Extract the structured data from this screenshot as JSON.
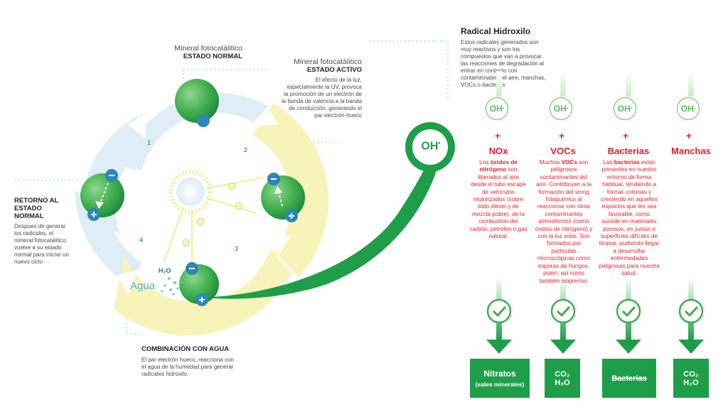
{
  "left": {
    "normal_title_light": "Mineral fotocatálitico",
    "normal_title_bold": "ESTADO NORMAL",
    "active_title_light": "Mineral fotocatálitico",
    "active_title_bold": "ESTADO ACTIVO",
    "active_text": "El efecto de la luz, especialmente la UV, provoca la promoción de un electrón de la banda de valencia a la banda de conducción, generando el par electrón-hueco",
    "retorno_title": "RETORNO AL ESTADO NORMAL",
    "retorno_text": "Despues de generar los radicales, el mineral fotocatálitico vuelve a su estado normal para iniciar un nuevo ciclo",
    "combinacion_title": "COMBINACIÓN CON AGUA",
    "combinacion_text": "El par electrón hueco, reacciona con el agua de la humedad para generar radicales hidroxilo.",
    "agua_label": "Agua",
    "h2o_label": "H₂O",
    "steps": [
      "1",
      "2",
      "3",
      "4"
    ],
    "oh_big": "OH",
    "oh_dot": "•"
  },
  "radical": {
    "title": "Radical Hidroxilo",
    "text": "Estos radicales generados son muy reactivos y son los compuestos que van a provocar las reacciones de degradación al entrar en contacto con contaminnates del aire, manchas, VOCs o bacterias"
  },
  "columns": [
    {
      "oh": "OH",
      "plus": "+",
      "title": "NOx",
      "text_parts": [
        "Los ",
        "óxidos de nitrógeno",
        " son liberados al aire desde el tubo escape de vehículos motorizados (sobre todo diésel y de mezcla pobre), de la combustión del carbón, petróleo o gas natural."
      ],
      "result_line1": "Nitratos",
      "result_line2": "(sales minerales)"
    },
    {
      "oh": "OH",
      "plus": "+",
      "title": "VOCs",
      "text_parts": [
        "Muchos ",
        "VOCs",
        " son peligrosos contaminantes del aire. Contribuyen a la formación del smog fotoquímico al reaccionar con otros contaminantes atmosféricos (como óxidos de nitrógeno) y con la luz solar. Son formados por partículas microscópicas como esporas de hongos, polen, así como también isoprenos."
      ],
      "result_line1": "CO₂",
      "result_line2": "H₂O"
    },
    {
      "oh": "OH",
      "plus": "+",
      "title": "Bacterias",
      "text_parts": [
        "Las ",
        "bacterias",
        " están presentes en nuestro entorno de forma habitual, tendiendo a formar colonias y creciendo en aquellos espacios que les sea favorable, como sucede en materiales porosos, en juntas o superficies difíciles de limpiar, pudiendo llegar a desarrollar enfermedades peligrosas para nuestra salud."
      ],
      "result_line1": "Bacterias",
      "result_line2": ""
    },
    {
      "oh": "OH",
      "plus": "+",
      "title": "Manchas",
      "text_parts": [
        "",
        "",
        ""
      ],
      "result_line1": "CO₂",
      "result_line2": "H₂O"
    }
  ],
  "colors": {
    "green_dark": "#1f9e4a",
    "green_light": "#5bbd5a",
    "red": "#e0202e",
    "blue_ring": "#dfeef6",
    "yellow_ring": "#f6f4b8"
  }
}
